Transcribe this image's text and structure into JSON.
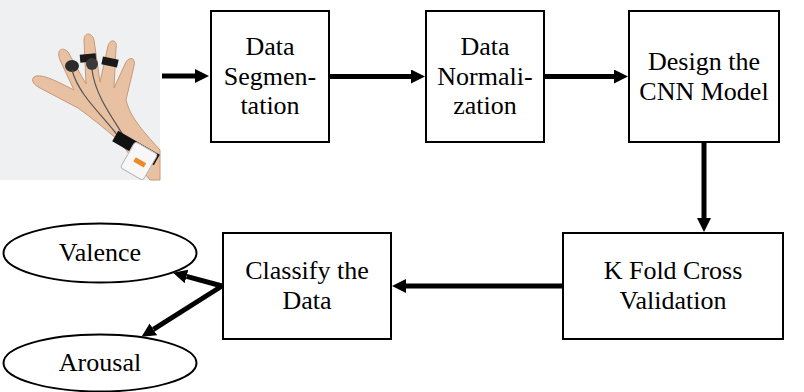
{
  "diagram": {
    "nodes": [
      {
        "text": [
          "Data Segmen- tation"
        ]
      },
      {
        "text": [
          "Data Normali- zation"
        ]
      },
      {
        "text": [
          "Design the CNN Model"
        ]
      },
      {
        "text": [
          "K Fold Cross Validation"
        ]
      },
      {
        "text": [
          "Classify the Data"
        ]
      },
      {
        "text": [
          "Valence"
        ]
      },
      {
        "text": [
          "Arousal"
        ]
      }
    ],
    "edges": [
      {
        "from": 0,
        "to": 1,
        "arrow": "to"
      },
      {
        "from": 1,
        "to": 2,
        "arrow": "to"
      },
      {
        "from": 2,
        "to": 3,
        "arrow": "to"
      },
      {
        "from": 3,
        "to": 4,
        "arrow": "to"
      },
      {
        "from": 4,
        "to": 5,
        "arrow": "to"
      },
      {
        "from": 4,
        "to": 6,
        "arrow": "to"
      }
    ]
  }
}
